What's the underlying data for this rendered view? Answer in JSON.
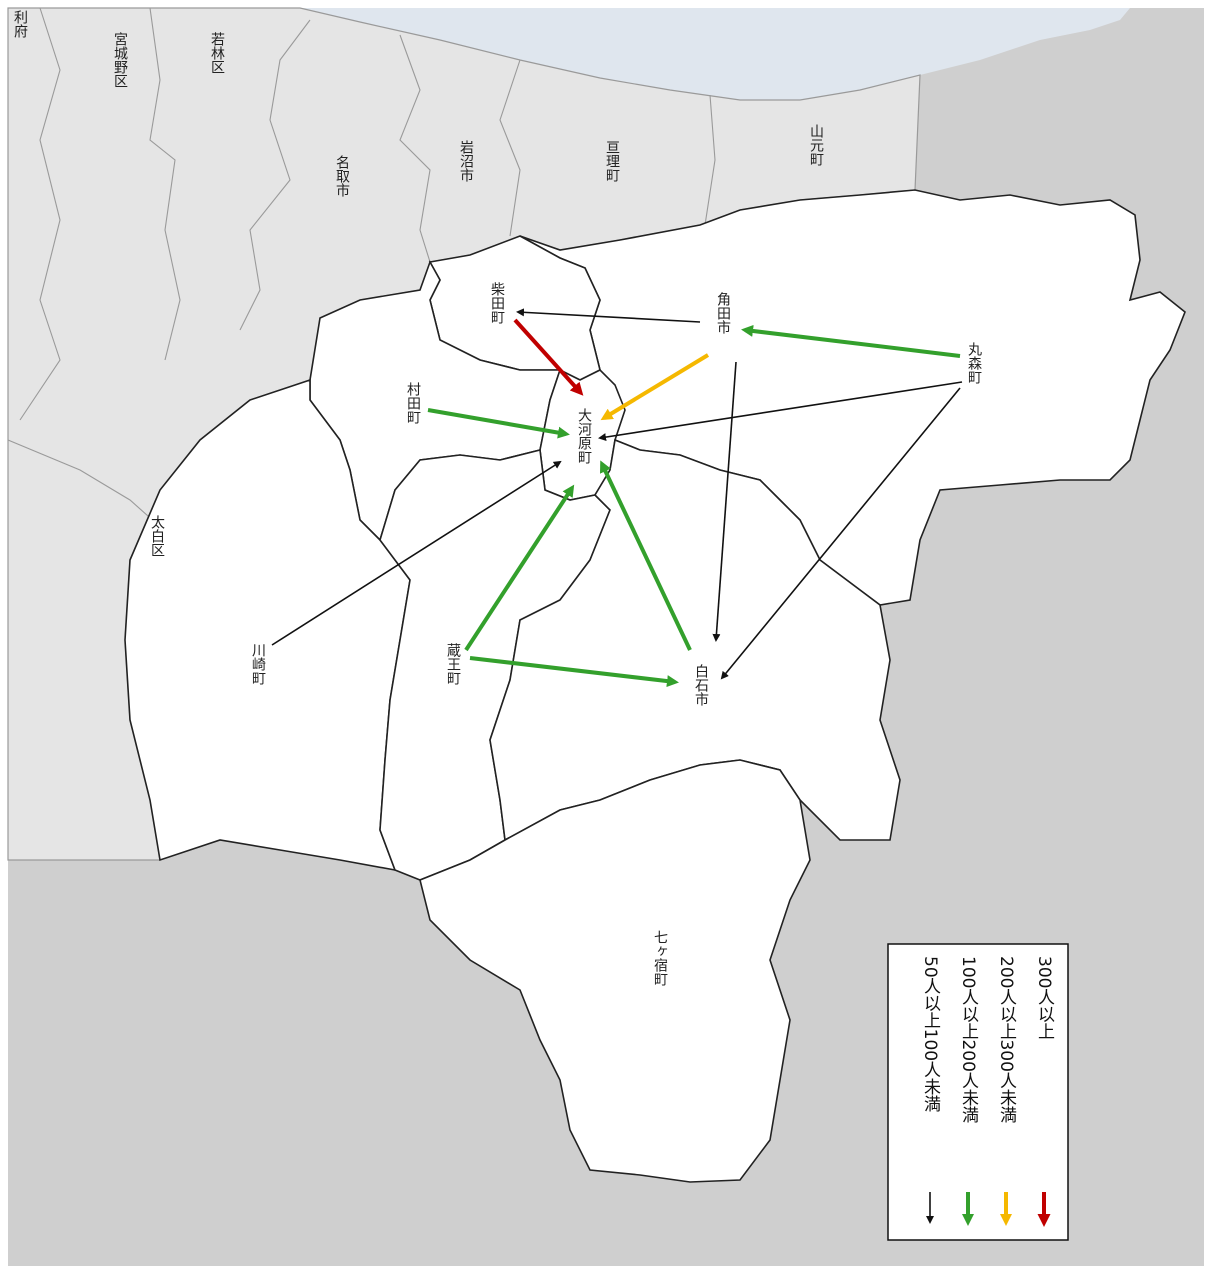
{
  "map": {
    "colors": {
      "sea": "#dfe6ee",
      "outside_land": "#cfcfcf",
      "neighbor_land": "#e5e5e5",
      "study_area": "#ffffff",
      "border": "#222222",
      "neighbor_border": "#9a9a9a"
    },
    "municipalities": [
      {
        "id": "ogawara",
        "name": "大河原町"
      },
      {
        "id": "shibata",
        "name": "柴田町"
      },
      {
        "id": "kakuda",
        "name": "角田市"
      },
      {
        "id": "marumori",
        "name": "丸森町"
      },
      {
        "id": "murata",
        "name": "村田町"
      },
      {
        "id": "kawasaki",
        "name": "川崎町"
      },
      {
        "id": "zao",
        "name": "蔵王町"
      },
      {
        "id": "shiroishi",
        "name": "白石市"
      },
      {
        "id": "shichikashuku",
        "name": "七ヶ宿町"
      }
    ],
    "neighbors": [
      {
        "id": "rifu",
        "name": "利府"
      },
      {
        "id": "miyagino",
        "name": "宮城野区"
      },
      {
        "id": "wakabayashi",
        "name": "若林区"
      },
      {
        "id": "natori",
        "name": "名取市"
      },
      {
        "id": "iwanuma",
        "name": "岩沼市"
      },
      {
        "id": "watari",
        "name": "亘理町"
      },
      {
        "id": "yamamoto",
        "name": "山元町"
      },
      {
        "id": "taihaku",
        "name": "太白区"
      }
    ],
    "flows": [
      {
        "from": "shibata",
        "to": "ogawara",
        "class": 3
      },
      {
        "from": "kakuda",
        "to": "ogawara",
        "class": 2
      },
      {
        "from": "kakuda",
        "to": "shibata",
        "class": 0
      },
      {
        "from": "kakuda",
        "to": "shiroishi",
        "class": 0
      },
      {
        "from": "marumori",
        "to": "kakuda",
        "class": 1
      },
      {
        "from": "marumori",
        "to": "ogawara",
        "class": 0
      },
      {
        "from": "marumori",
        "to": "shiroishi",
        "class": 0
      },
      {
        "from": "murata",
        "to": "ogawara",
        "class": 1
      },
      {
        "from": "kawasaki",
        "to": "ogawara",
        "class": 0
      },
      {
        "from": "zao",
        "to": "ogawara",
        "class": 1
      },
      {
        "from": "zao",
        "to": "shiroishi",
        "class": 1
      },
      {
        "from": "shiroishi",
        "to": "ogawara",
        "class": 1
      }
    ],
    "legend": [
      {
        "label": "50人以上100人未満",
        "color": "#111111"
      },
      {
        "label": "100人以上200人未満",
        "color": "#33a02c"
      },
      {
        "label": "200人以上300人未満",
        "color": "#f5b800"
      },
      {
        "label": "300人以上",
        "color": "#c00000"
      }
    ]
  }
}
